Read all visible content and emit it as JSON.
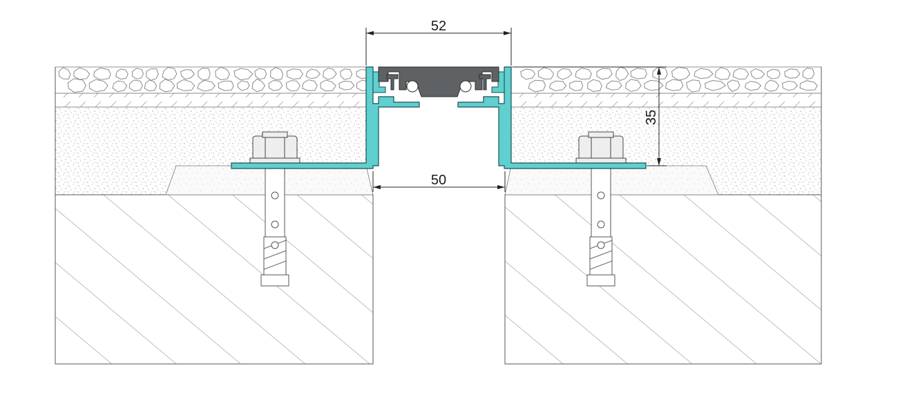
{
  "drawing": {
    "dimensions": {
      "top_width": "52",
      "gap_width": "50",
      "height": "35"
    },
    "colors": {
      "profile": "#60cfcf",
      "profile_stroke": "#1c4f4f",
      "insert": "#5e6264",
      "insert_stroke": "#2b2d2e",
      "concrete_hatch": "#888888",
      "mortar_dots": "#7a7a7a",
      "stone": "#8a8a8a",
      "bolt_fill": "#eeeeee",
      "outline": "#555555"
    }
  }
}
